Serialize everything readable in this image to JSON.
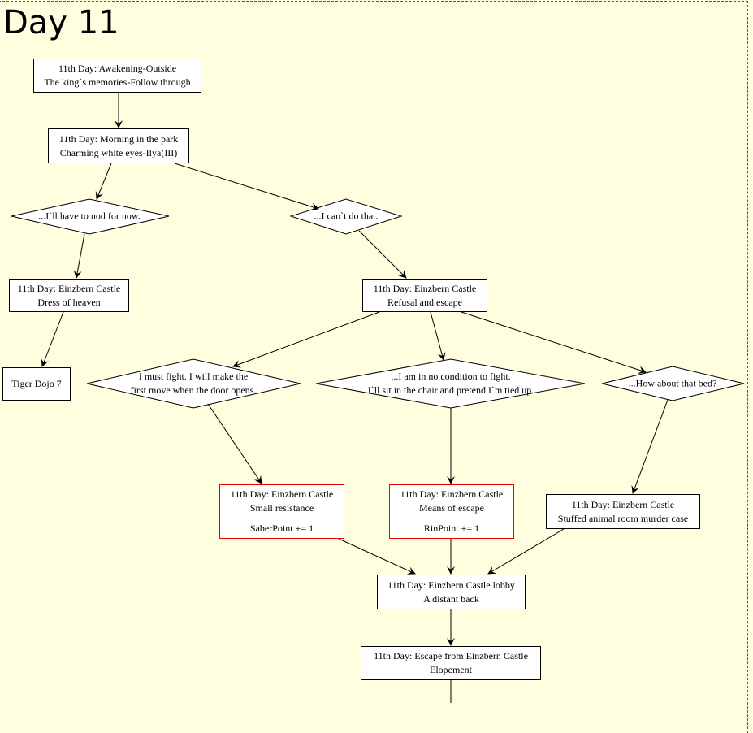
{
  "title": "Day 11",
  "nodes": {
    "n1": {
      "line1": "11th Day: Awakening-Outside",
      "line2": "The king`s memories-Follow through"
    },
    "n2": {
      "line1": "11th Day: Morning in the park",
      "line2": "Charming white eyes-Ilya(III)"
    },
    "d1": {
      "line1": "...I`ll have to nod for now."
    },
    "d2": {
      "line1": "...I can`t do that."
    },
    "n3": {
      "line1": "11th Day: Einzbern Castle",
      "line2": "Dress of heaven"
    },
    "n4": {
      "line1": "11th Day: Einzbern Castle",
      "line2": "Refusal and escape"
    },
    "n5": {
      "line1": "Tiger Dojo 7"
    },
    "d3": {
      "line1": "I must fight. I will make the",
      "line2": "first move when the door opens."
    },
    "d4": {
      "line1": "...I am in no condition to fight.",
      "line2": "I`ll sit in the chair and pretend I`m tied up."
    },
    "d5": {
      "line1": "...How about that bed?"
    },
    "r1": {
      "line1": "11th Day: Einzbern Castle",
      "line2": "Small resistance",
      "effect": "SaberPoint += 1"
    },
    "r2": {
      "line1": "11th Day: Einzbern Castle",
      "line2": "Means of escape",
      "effect": "RinPoint += 1"
    },
    "n6": {
      "line1": "11th Day: Einzbern Castle",
      "line2": "Stuffed animal room murder case"
    },
    "n7": {
      "line1": "11th Day: Einzbern Castle lobby",
      "line2": "A distant back"
    },
    "n8": {
      "line1": "11th Day: Escape from Einzbern Castle",
      "line2": "Elopement"
    }
  },
  "colors": {
    "background": "#ffffe0",
    "choice_border": "#e00000"
  }
}
